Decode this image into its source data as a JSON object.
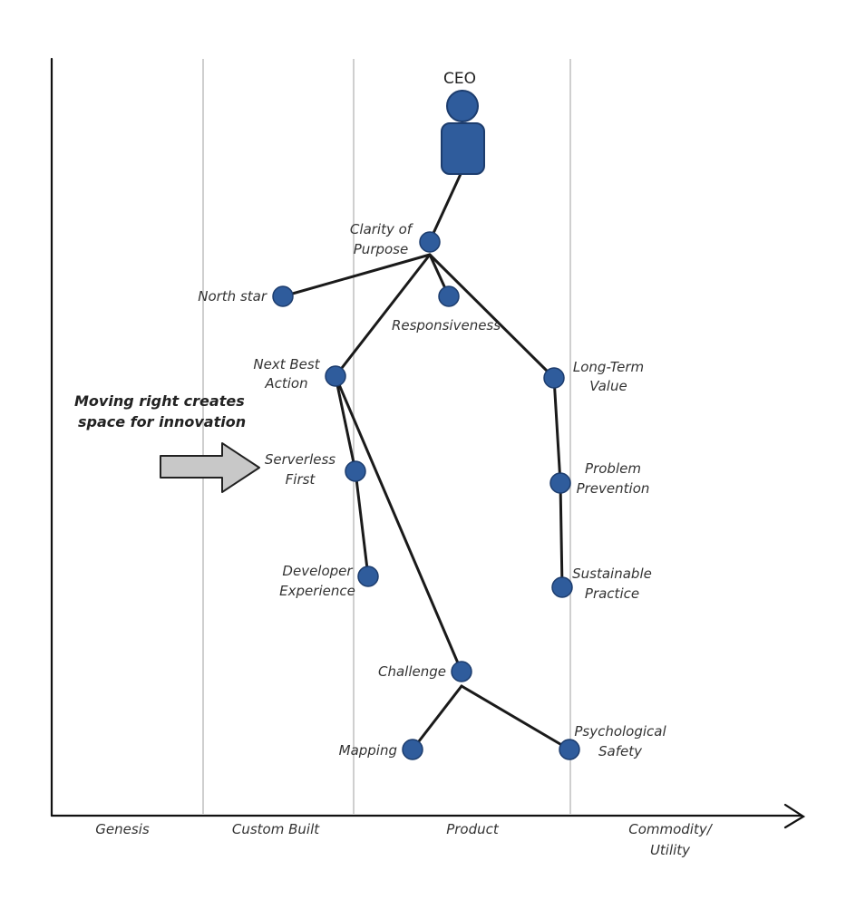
{
  "title_user": "CEO",
  "callout": {
    "line1": "Moving right creates",
    "line2": "space for innovation"
  },
  "stages": [
    "Genesis",
    "Custom Built",
    "Product",
    "Commodity/",
    "Utility"
  ],
  "nodes": {
    "clarity": [
      "Clarity of",
      "Purpose"
    ],
    "north_star": [
      "North star"
    ],
    "responsiveness": [
      "Responsiveness"
    ],
    "next_best_action": [
      "Next Best",
      "Action"
    ],
    "long_term_value": [
      "Long-Term",
      "Value"
    ],
    "serverless_first": [
      "Serverless",
      "First"
    ],
    "problem_prevention": [
      "Problem",
      "Prevention"
    ],
    "developer_experience": [
      "Developer",
      "Experience"
    ],
    "sustainable_practice": [
      "Sustainable",
      "Practice"
    ],
    "challenge": [
      "Challenge"
    ],
    "mapping": [
      "Mapping"
    ],
    "psychological_safety": [
      "Psychological",
      "Safety"
    ]
  },
  "colors": {
    "node_fill": "#2f5c9c",
    "line": "#1a1a1a",
    "stage_divider": "#cfcfcf",
    "arrow_fill": "#c8c8c8"
  }
}
